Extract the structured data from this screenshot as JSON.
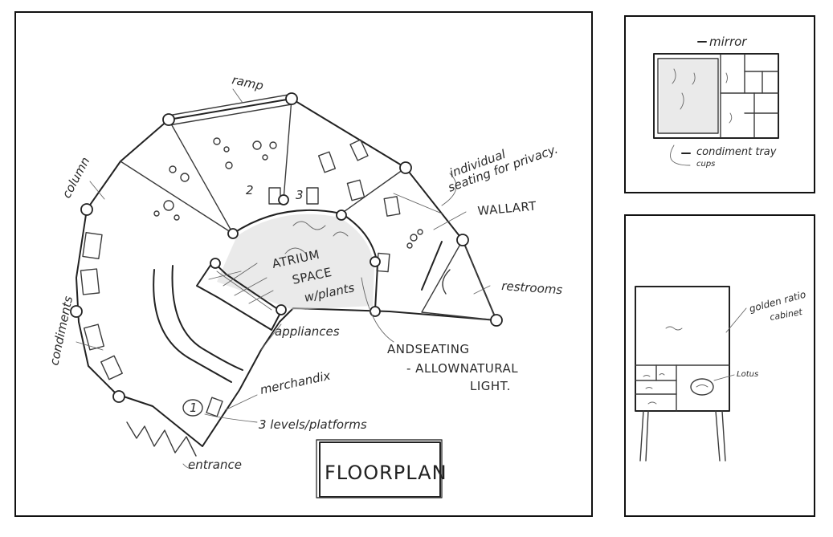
{
  "main": {
    "labels": {
      "ramp": "ramp",
      "column": "column",
      "condiments": "condiments",
      "individual_seating_1": "individual",
      "individual_seating_2": "seating for privacy.",
      "wall_art": "WALLART",
      "restrooms": "restrooms",
      "atrium_1": "ATRIUM",
      "atrium_2": "SPACE",
      "atrium_3": "w/plants",
      "appliances": "appliances",
      "and_seating": "ANDSEATING",
      "natural_light_1": "- ALLOWNATURAL",
      "natural_light_2": "LIGHT.",
      "merchandise": "merchandix",
      "levels": "3 levels/platforms",
      "entrance": "entrance",
      "title": "FLOORPLAN",
      "num_1": "1",
      "num_2": "2",
      "num_3": "3"
    }
  },
  "mirror": {
    "labels": {
      "mirror": "mirror",
      "condiment_tray": "condiment tray",
      "cups": "cups"
    }
  },
  "cabinet": {
    "labels": {
      "golden_ratio_1": "golden ratio",
      "golden_ratio_2": "cabinet",
      "lotus": "Lotus"
    }
  }
}
